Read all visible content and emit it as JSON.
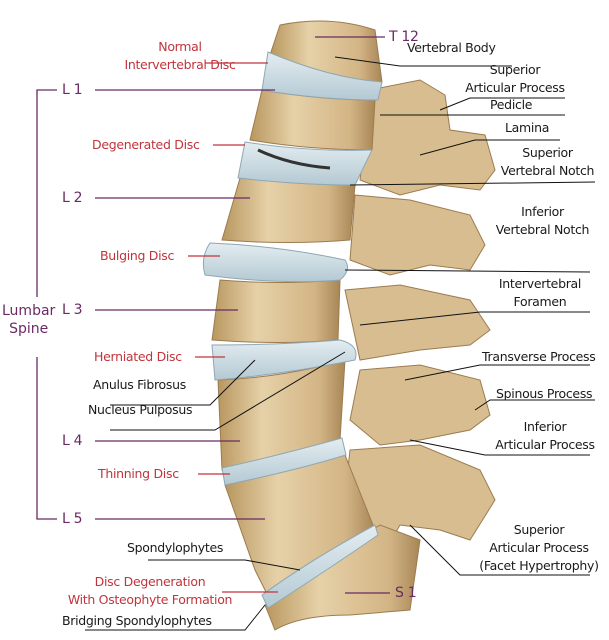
{
  "levels": {
    "l1": "L 1",
    "l2": "L 2",
    "l3": "L 3",
    "l4": "L 4",
    "l5": "L 5",
    "t12": "T 12",
    "s1": "S 1"
  },
  "region": {
    "line1": "Lumbar",
    "line2": "Spine"
  },
  "disc_labels": {
    "normal_1": "Normal",
    "normal_2": "Intervertebral Disc",
    "degenerated": "Degenerated Disc",
    "bulging": "Bulging Disc",
    "herniated": "Herniated Disc",
    "thinning": "Thinning Disc",
    "osteo_1": "Disc Degeneration",
    "osteo_2": "With Osteophyte Formation"
  },
  "anatomy_labels": {
    "vertebral_body": "Vertebral Body",
    "sap_1": "Superior",
    "sap_2": "Articular Process",
    "pedicle": "Pedicle",
    "lamina": "Lamina",
    "svn_1": "Superior",
    "svn_2": "Vertebral Notch",
    "ivn_1": "Inferior",
    "ivn_2": "Vertebral Notch",
    "foramen_1": "Intervertebral",
    "foramen_2": "Foramen",
    "transverse": "Transverse Process",
    "spinous": "Spinous Process",
    "iap_1": "Inferior",
    "iap_2": "Articular Process",
    "facet_1": "Superior",
    "facet_2": "Articular Process",
    "facet_3": "(Facet Hypertrophy)",
    "anulus": "Anulus Fibrosus",
    "nucleus": "Nucleus Pulposus",
    "spondylophytes": "Spondylophytes",
    "bridging": "Bridging Spondylophytes"
  },
  "colors": {
    "bone": "#d9bf93",
    "bone_dark": "#a9875a",
    "disc": "#c9dbe3",
    "red": "#c0343c",
    "purple": "#6b2a64"
  }
}
